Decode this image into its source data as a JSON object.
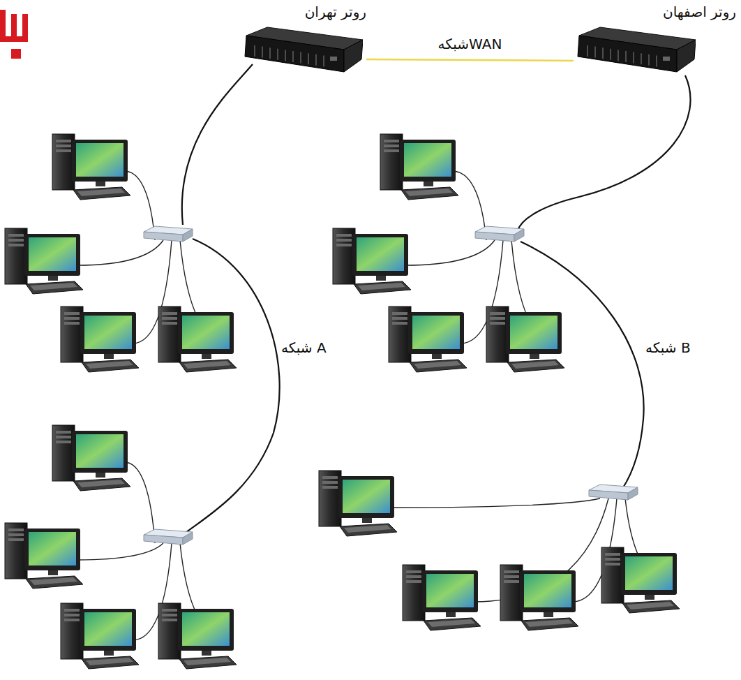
{
  "diagram": {
    "nodes": [
      {
        "text": [
          "روتر تهران"
        ]
      },
      {
        "text": [
          "روتر اصفهان"
        ]
      }
    ],
    "edges": [
      {
        "from": 0,
        "to": 1,
        "arrow": "none",
        "label": "شبکهWAN"
      }
    ],
    "labels": [
      "شبکه A",
      "شبکه B"
    ]
  }
}
